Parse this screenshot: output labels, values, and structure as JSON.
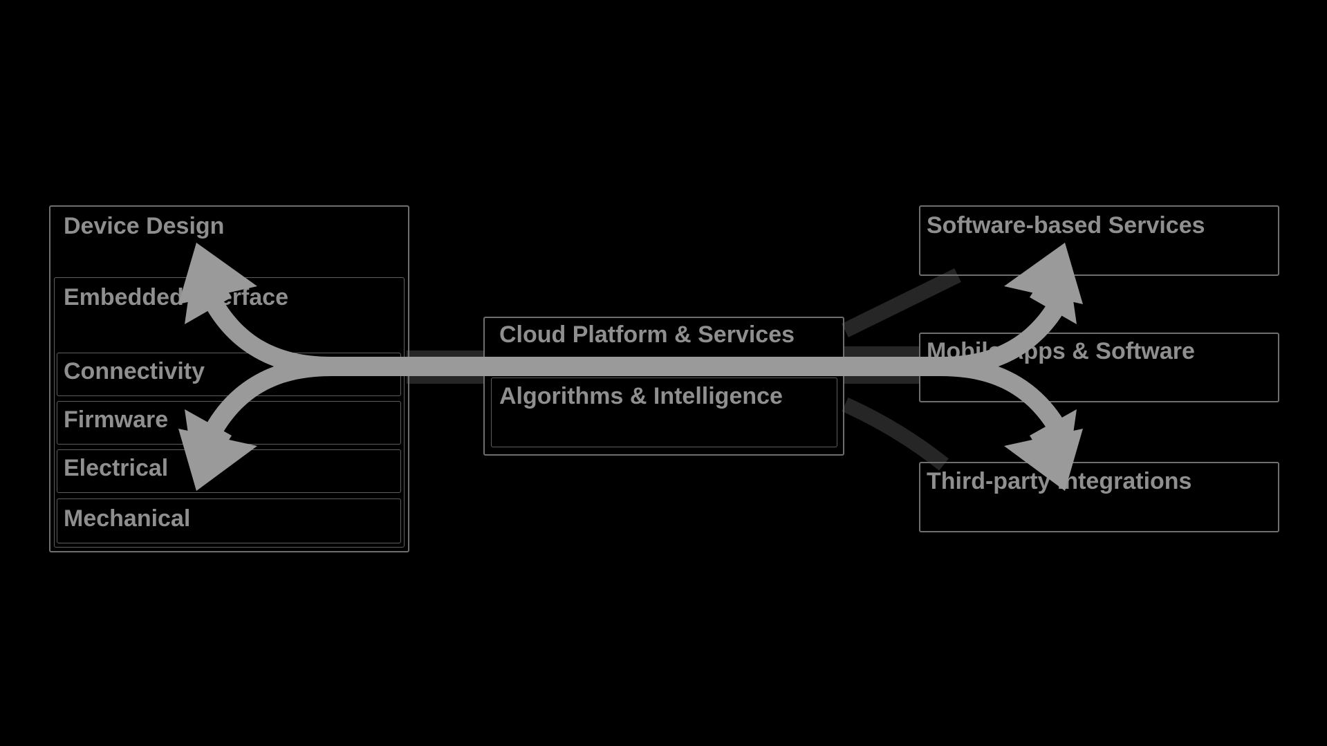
{
  "device": {
    "title": "Device Design",
    "layers": [
      "Embedded Interface",
      "Connectivity",
      "Firmware",
      "Electrical",
      "Mechanical"
    ]
  },
  "cloud": {
    "title": "Cloud Platform & Services",
    "inner": "Algorithms & Intelligence"
  },
  "services": {
    "items": [
      "Software-based Services",
      "Mobile Apps & Software",
      "Third-party Integrations"
    ]
  },
  "colors": {
    "background": "#000000",
    "box_border": "#6f6f6f",
    "text": "#8f8f8f",
    "arrow": "#9a9a9a",
    "connector": "#262626"
  },
  "icons": {
    "arrows": [
      "arrow-up-left-icon",
      "arrow-down-left-icon",
      "arrow-up-right-icon",
      "arrow-down-right-icon"
    ]
  }
}
